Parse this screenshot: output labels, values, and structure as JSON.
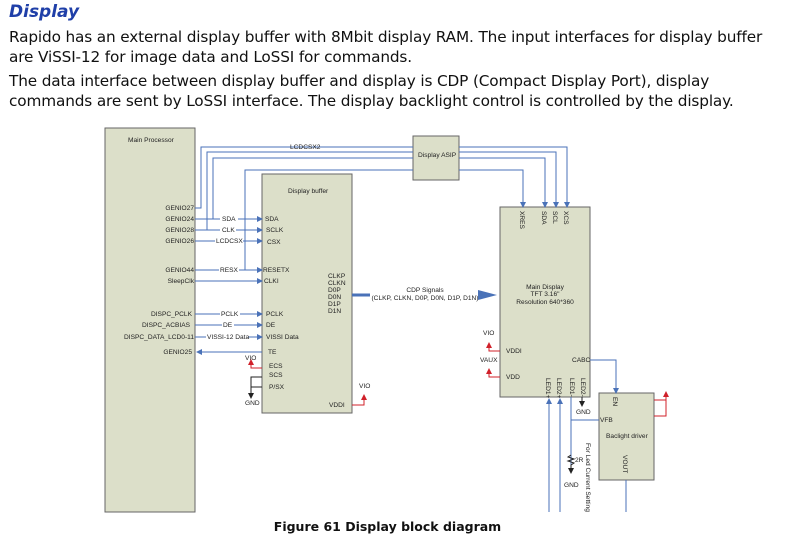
{
  "section": {
    "title": "Display",
    "paragraphs": [
      "Rapido has an external display buffer with 8Mbit display RAM. The input interfaces for display buffer are ViSSI-12 for image data and LoSSI for commands.",
      "The data interface between display buffer and display is CDP (Compact Display Port), display commands are sent by LoSSI interface. The display backlight control is controlled by the display."
    ]
  },
  "diagram": {
    "main_processor": {
      "title": "Main Processor",
      "pins": [
        "GENIO27",
        "GENIO24",
        "GENIO28",
        "GENIO26",
        "GENIO44",
        "SleepClk",
        "DISPC_PCLK",
        "DISPC_ACBIAS",
        "DISPC_DATA_LCD0-11",
        "GENIO25"
      ]
    },
    "display_buffer": {
      "title": "Display buffer",
      "pins": [
        "SDA",
        "SCLK",
        "CSX",
        "RESETX",
        "CLKI",
        "PCLK",
        "DE",
        "VISSI Data",
        "TE",
        "ECS",
        "SCS",
        "P/SX",
        "VDDI"
      ],
      "out_pins": [
        "CLKP",
        "CLKN",
        "D0P",
        "D0N",
        "D1P",
        "D1N"
      ]
    },
    "signals": [
      "LCDCSX2",
      "SDA",
      "CLK",
      "LCDCSX",
      "RESX",
      "PCLK",
      "DE",
      "VISSI-12 Data"
    ],
    "asip": {
      "title": "Display ASIP"
    },
    "cdp": {
      "label": "CDP Signals",
      "sub": "(CLKP, CLKN, D0P, D0N, D1P, D1N)"
    },
    "main_display": {
      "title": "Main Display",
      "line2": "TFT 3.16\"",
      "line3": "Resolution 640*360",
      "top_pins": [
        "XRES",
        "SDA",
        "SCL",
        "XCS"
      ],
      "pins": [
        "VDDI",
        "VDD",
        "CABC"
      ],
      "led_pins": [
        "LED1+",
        "LED2+",
        "LED1-",
        "LED2-"
      ]
    },
    "backlight": {
      "title": "Baclight driver",
      "pins": [
        "EN",
        "VFB",
        "VOUT"
      ]
    },
    "power": {
      "vio": "VIO",
      "vaux": "VAUX",
      "gnd": "GND"
    },
    "resistor": {
      "value": "2R",
      "note": "For Led Current Setting"
    }
  },
  "caption": "Figure 61 Display block diagram",
  "colors": {
    "title": "#1f3fa8",
    "block": "#dcdfc9",
    "signal": "#4a72b8",
    "power": "#d0202a"
  }
}
